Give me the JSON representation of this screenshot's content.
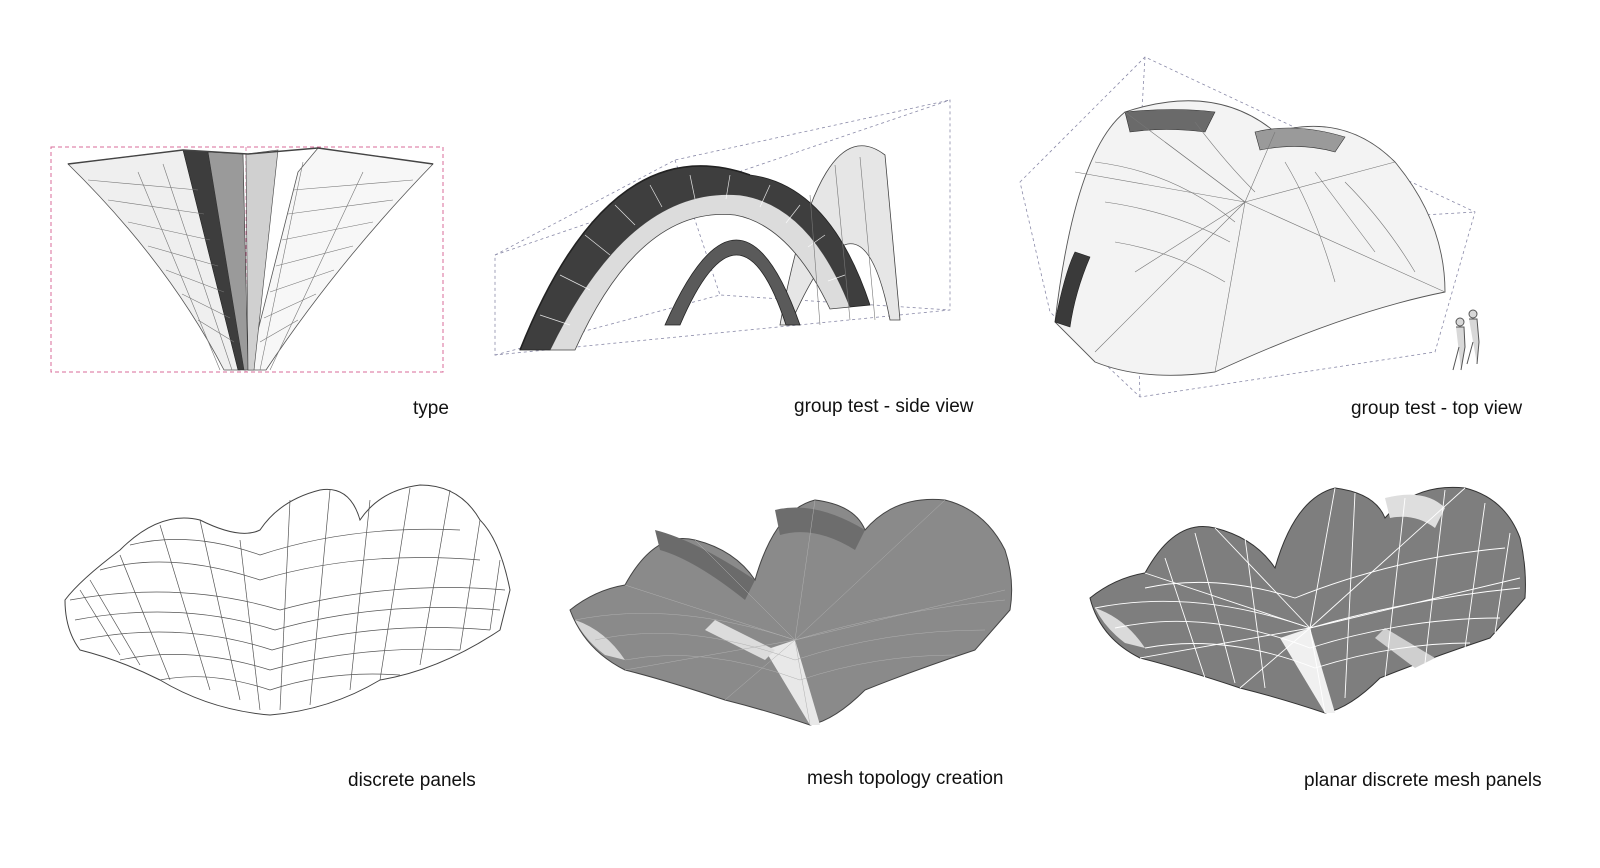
{
  "figure": {
    "captions": {
      "type": "type",
      "side_view": "group test -  side view",
      "top_view": "group test - top view",
      "discrete_panels": "discrete panels",
      "mesh_topology": "mesh topology creation",
      "planar_panels": "planar discrete mesh panels"
    },
    "colors": {
      "background": "#ffffff",
      "panel_light": "#f2f2f2",
      "panel_mid": "#bdbdbd",
      "panel_dark": "#4a4a4a",
      "mesh_gray": "#8c8c8c",
      "seam_white": "#ffffff",
      "bbox_pink": "#d96b9a",
      "bbox_gray": "#8a8aa8",
      "line_dark": "#333333"
    }
  }
}
